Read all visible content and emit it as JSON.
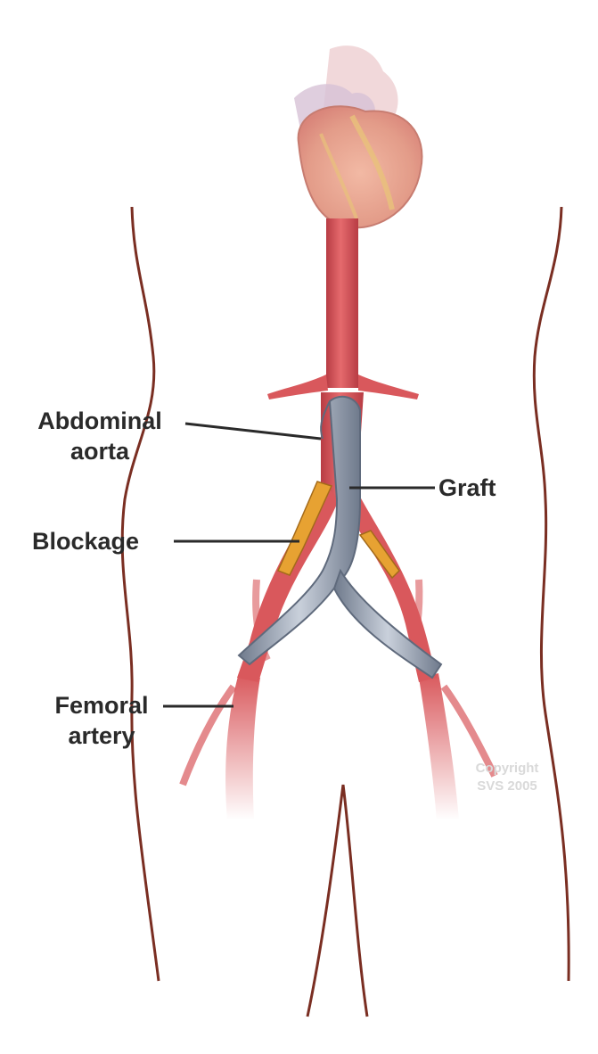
{
  "labels": {
    "abdominal_aorta_line1": "Abdominal",
    "abdominal_aorta_line2": "aorta",
    "graft": "Graft",
    "blockage": "Blockage",
    "femoral_artery_line1": "Femoral",
    "femoral_artery_line2": "artery"
  },
  "watermark": {
    "line1": "Copyright",
    "line2": "SVS 2005"
  },
  "colors": {
    "artery": "#d9585c",
    "artery_dark": "#b83c44",
    "heart": "#e9a08e",
    "heart_yellow": "#e8c27a",
    "graft": "#a9b3c2",
    "graft_dark": "#6f7a8c",
    "blockage": "#e7a232",
    "body_outline": "#7a2e22"
  }
}
